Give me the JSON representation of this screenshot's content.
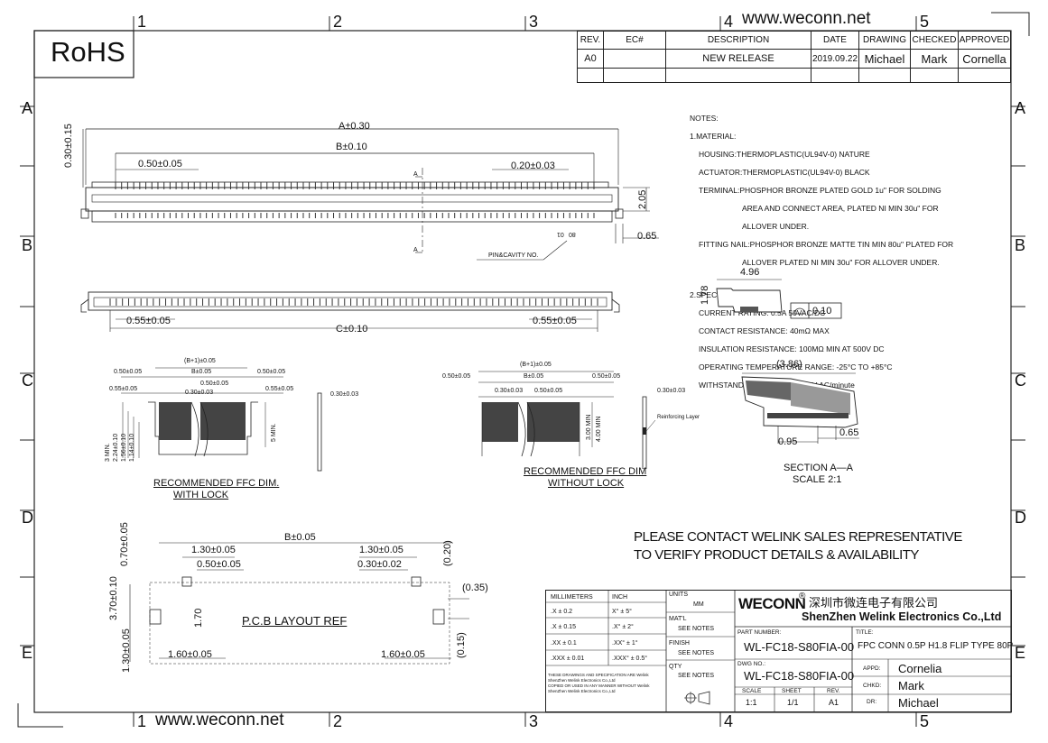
{
  "header": {
    "website_top": "www.weconn.net",
    "website_bottom": "www.weconn.net",
    "rohs": "RoHS"
  },
  "grid": {
    "cols": [
      "1",
      "2",
      "3",
      "4",
      "5"
    ],
    "rows": [
      "A",
      "B",
      "C",
      "D",
      "E"
    ]
  },
  "revision": {
    "headers": [
      "REV.",
      "EC#",
      "DESCRIPTION",
      "DATE",
      "DRAWING",
      "CHECKED",
      "APPROVED"
    ],
    "row": [
      "A0",
      "",
      "NEW RELEASE",
      "2019.09.22",
      "Michael",
      "Mark",
      "Cornella"
    ]
  },
  "notes": {
    "title": "NOTES:",
    "material_title": "1.MATERIAL:",
    "housing": "HOUSING:THERMOPLASTIC(UL94V-0) NATURE",
    "actuator": "ACTUATOR:THERMOPLASTIC(UL94V-0) BLACK",
    "terminal1": "TERMINAL:PHOSPHOR BRONZE PLATED GOLD 1u\" FOR SOLDING",
    "terminal2": "AREA AND CONNECT AREA, PLATED NI MIN 30u\" FOR",
    "terminal3": "ALLOVER UNDER.",
    "fitting1": "FITTING NAIL:PHOSPHOR BRONZE MATTE TIN MIN 80u\" PLATED FOR",
    "fitting2": "ALLOVER PLATED NI MIN 30u\" FOR ALLOVER UNDER.",
    "spec_title": "2.SPECIFICATION",
    "current": "CURRENT RATING: 0.5A 50VAC/DC",
    "contact": "CONTACT RESISTANCE: 40mΩ MAX",
    "insulation": "INSULATION RESISTANCE: 100MΩ MIN AT 500V DC",
    "temperature": "OPERATING TEMPERATURE RANGE: -25°C TO +85°C",
    "withstanding": "WITHSTANDING VOLTANG: 500V AC/minute"
  },
  "dims": {
    "a": "A±0.30",
    "b": "B±0.10",
    "c": "C±0.10",
    "p050": "0.50±0.05",
    "p020": "0.20±0.03",
    "h030": "0.30±0.15",
    "h205": "2.05",
    "d065": "0.65",
    "p055l": "0.55±0.05",
    "p055r": "0.55±0.05",
    "pin_cavity": "PIN&CAVITY NO.",
    "pin_label": "80",
    "pin_label2": "01",
    "a_marker": "A",
    "side_w": "4.96",
    "side_h": "1.78",
    "flat": "0.10",
    "sec_w": "(3.86)",
    "sec_095": "0.95",
    "sec_065": "0.65",
    "section": "SECTION A—A",
    "scale": "SCALE 2:1",
    "pcb_b": "B±0.05",
    "pcb_130l": "1.30±0.05",
    "pcb_130r": "1.30±0.05",
    "pcb_050": "0.50±0.05",
    "pcb_030": "0.30±0.02",
    "pcb_020": "(0.20)",
    "pcb_035": "(0.35)",
    "pcb_015": "(0.15)",
    "pcb_070": "0.70±0.05",
    "pcb_370": "3.70±0.10",
    "pcb_170": "1.70",
    "pcb_130v": "1.30±0.05",
    "pcb_160l": "1.60±0.05",
    "pcb_160r": "1.60±0.05",
    "pcb_title": "P.C.B  LAYOUT  REF",
    "ffc_lock_title1": "RECOMMENDED  FFC  DIM.",
    "ffc_lock_title2": "WITH  LOCK",
    "ffc_nolock_title1": "RECOMMENDED  FFC  DIM",
    "ffc_nolock_title2": "WITHOUT  LOCK",
    "ffc_b1": "(B+1)±0.05",
    "ffc_b": "B±0.05",
    "ffc_050": "0.50±0.05",
    "ffc_055": "0.55±0.05",
    "ffc_030": "0.30±0.03",
    "ffc_3min": "3 MIN.",
    "ffc_224": "2.24±0.10",
    "ffc_156": "1.56±0.10",
    "ffc_114": "1.14±0.10",
    "ffc_5min": "5 MIN.",
    "ffc_300": "3.00 MIN",
    "ffc_400": "4.00 MIN",
    "reinforce": "Reinforcing Layer"
  },
  "contact_msg": {
    "line1": "PLEASE CONTACT WELINK SALES REPRESENTATIVE",
    "line2": "TO VERIFY PRODUCT DETAILS & AVAILABILITY"
  },
  "title_block": {
    "tol_head_mm": "MILLIMETERS",
    "tol_head_in": "INCH",
    "tol_rows": [
      [
        ".X   ±  0.2",
        "X°   ±  5°"
      ],
      [
        ".X   ± 0.15",
        ".X°  ±  2°"
      ],
      [
        ".XX  ± 0.1",
        ".XX°  ±  1°"
      ],
      [
        ".XXX ± 0.01",
        ".XXX° ± 0.5°"
      ]
    ],
    "disclaimer1": "THESE DRAWINGS AND SPECIFICATION  ARE Welink",
    "disclaimer2": "ShenZhen Welink Electronics Co.,Ltd",
    "disclaimer3": " COPIED OR USED IN ANY MANNER WITHOUT Welink",
    "disclaimer4": "ShenZhen Welink Electronics Co.,Ltd",
    "units_label": "UNITS",
    "units_value": "MM",
    "matl_label": "MAT'L",
    "matl_value": "SEE NOTES",
    "finish_label": "FINISH",
    "finish_value": "SEE NOTES",
    "qty_label": "QTY",
    "qty_value": "SEE NOTES",
    "brand": "WECONN",
    "brand_cn": "深圳市微连电子有限公司",
    "company": "ShenZhen Welink Electronics Co.,Ltd",
    "part_label": "PART NUMBER:",
    "part_value": "WL-FC18-S80FIA-00",
    "title_label": "TITLE:",
    "title_value": "FPC CONN 0.5P H1.8 FLIP TYPE 80P",
    "dwg_label": "DWG NO.:",
    "dwg_value": "WL-FC18-S80FIA-00",
    "appd_label": "APPD:",
    "appd_value": "Cornelia",
    "chkd_label": "CHKD:",
    "chkd_value": "Mark",
    "dr_label": "DR:",
    "dr_value": "Michael",
    "scale_label": "SCALE",
    "sheet_label": "SHEET",
    "rev_label": "REV.",
    "scale_value": "1:1",
    "sheet_value": "1/1",
    "rev_value": "A1"
  }
}
